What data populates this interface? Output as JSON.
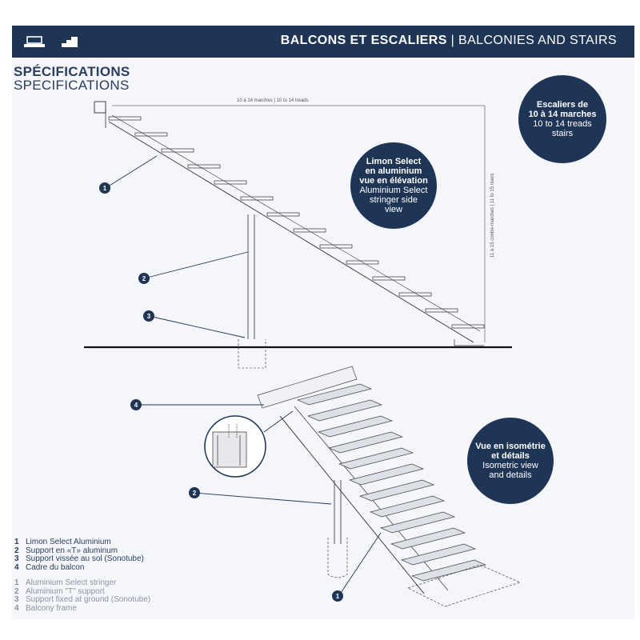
{
  "header": {
    "title_fr": "BALCONS ET ESCALIERS",
    "separator": " | ",
    "title_en": "BALCONIES AND STAIRS"
  },
  "section": {
    "title_fr": "SPÉCIFICATIONS",
    "title_en": "SPECIFICATIONS"
  },
  "bubbles": {
    "stairs": {
      "fr1": "Escaliers de",
      "fr2": "10 à 14 marches",
      "en1": "10 to 14 treads",
      "en2": "stairs"
    },
    "stringer": {
      "fr1": "Limon Select",
      "fr2": "en aluminium",
      "fr3": "vue en élévation",
      "en1": "Aluminium Select",
      "en2": "stringer side",
      "en3": "view"
    },
    "iso": {
      "fr1": "Vue en isométrie",
      "fr2": "et détails",
      "en1": "Isometric view",
      "en2": "and details"
    }
  },
  "dimensions": {
    "horizontal": "10 à 14 marches | 10 to 14 treads",
    "vertical": "11 à 15 contre-marches | 11 to 15 risers"
  },
  "callouts": [
    "1",
    "2",
    "3",
    "4",
    "2",
    "1"
  ],
  "legend": {
    "fr": [
      {
        "num": "1",
        "text": "Limon Select Aluminium"
      },
      {
        "num": "2",
        "text": "Support en «T» aluminum"
      },
      {
        "num": "3",
        "text": "Support vissée au sol (Sonotube)"
      },
      {
        "num": "4",
        "text": "Cadre du balcon"
      }
    ],
    "en": [
      {
        "num": "1",
        "text": "Aluminium Select stringer"
      },
      {
        "num": "2",
        "text": "Aluminium \"T\" support"
      },
      {
        "num": "3",
        "text": "Support fixed at ground (Sonotube)"
      },
      {
        "num": "4",
        "text": "Balcony frame"
      }
    ]
  },
  "colors": {
    "navy": "#1f3556",
    "text_dark": "#2a3e5e",
    "text_light": "#8a93a3",
    "line": "#333333"
  },
  "icons": [
    "deck-icon",
    "stairs-icon"
  ]
}
